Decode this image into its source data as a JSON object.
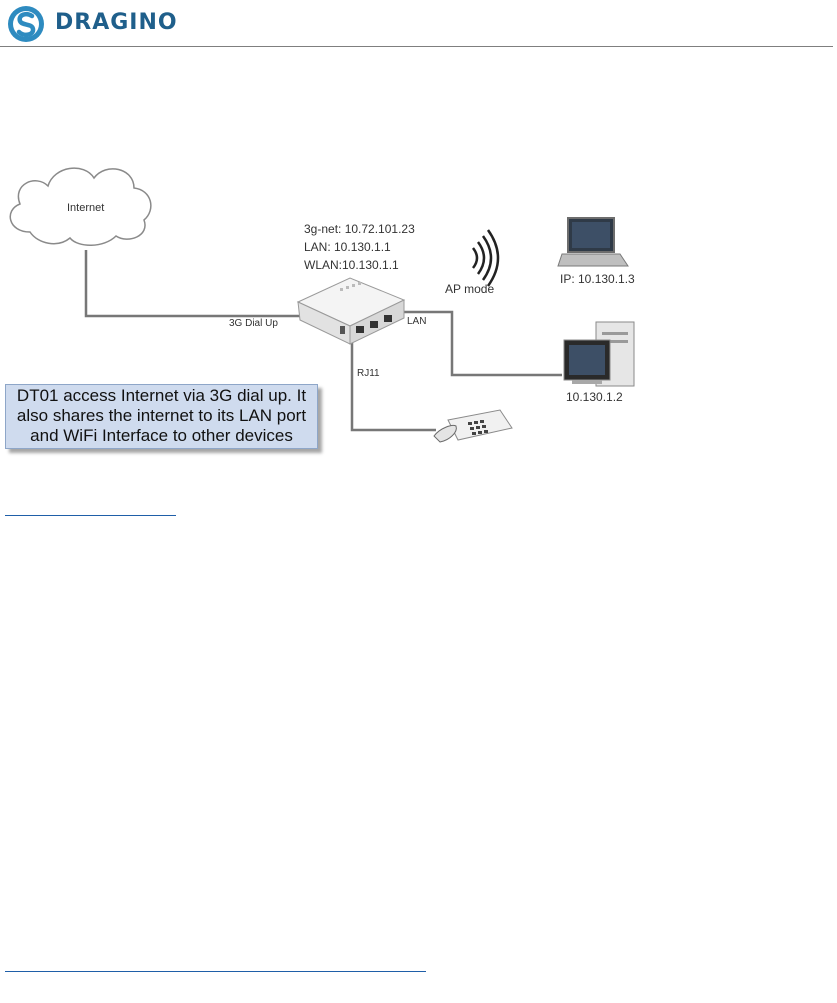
{
  "header": {
    "logo_text": "DRAGINO",
    "logo_icon": "dragino-s-logo-icon",
    "brand_color": "#1f5f8b",
    "accent_color": "#2e8bc0"
  },
  "diagram": {
    "internet_label": "Internet",
    "dialup_label": "3G Dial Up",
    "device_info": {
      "line1": "3g-net: 10.72.101.23",
      "line2": "LAN: 10.130.1.1",
      "line3": "WLAN:10.130.1.1"
    },
    "ap_mode_label": "AP mode",
    "laptop_ip_label": "IP: 10.130.1.3",
    "lan_label": "LAN",
    "pc_ip_label": "10.130.1.2",
    "rj11_label": "RJ11",
    "callout": {
      "line1": "DT01 access Internet via 3G dial up. It",
      "line2": "also shares the internet to its LAN port",
      "line3": "and WiFi Interface to other devices"
    }
  },
  "links": [
    {
      "name": "link-underline-1"
    },
    {
      "name": "link-underline-2"
    }
  ]
}
